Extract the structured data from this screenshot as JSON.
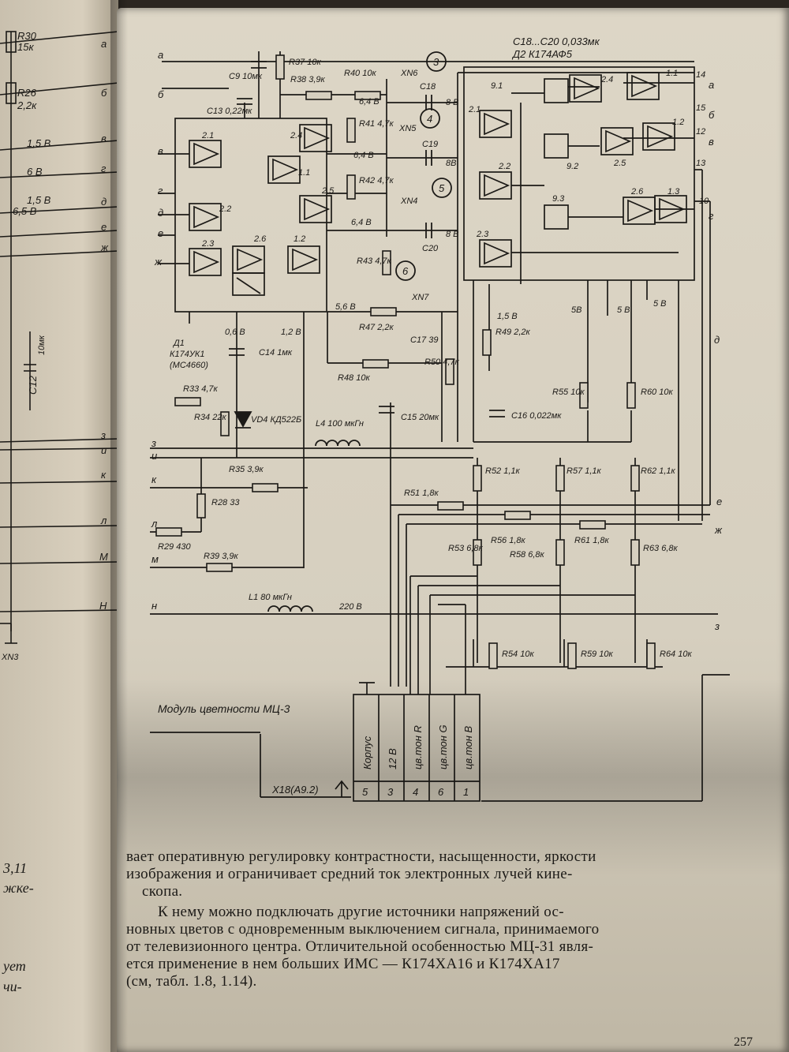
{
  "left_page": {
    "labels": [
      "R30",
      "15к",
      "а",
      "R26",
      "2,2к",
      "б",
      "1,5 В",
      "в",
      "6 В",
      "г",
      "1,5 В",
      "д",
      "6,5 В",
      "е",
      "ж",
      "С12",
      "10мк",
      "з",
      "и",
      "к",
      "л",
      "М",
      "Н",
      "XN3"
    ],
    "text_fragments": [
      "3,11",
      "жке-",
      "ует",
      "чи-"
    ]
  },
  "schematic": {
    "header_note_1": "С18...С20 0,033мк",
    "header_note_2": "Д2 К174АФ5",
    "module_title": "Модуль цветности МЦ-3",
    "connector_ref": "X18(А9.2)",
    "connector_pins": [
      {
        "pin": "5",
        "label": "Корпус"
      },
      {
        "pin": "3",
        "label": "12 В"
      },
      {
        "pin": "4",
        "label": "цв.тон R"
      },
      {
        "pin": "6",
        "label": "цв.тон G"
      },
      {
        "pin": "1",
        "label": "цв.тон B"
      }
    ],
    "ic_d1": [
      "Д1",
      "К174УК1",
      "(МС4660)"
    ],
    "components": {
      "r37": "R37 10к",
      "c9": "С9 10мк",
      "c13": "С13 0,22мк",
      "r38": "R38 3,9к",
      "r40": "R40 10к",
      "xn6": "XN6",
      "c18": "С18",
      "r41": "R41 4,7к",
      "xn5": "XN5",
      "c19": "С19",
      "r42": "R42 4,7к",
      "xn4": "XN4",
      "c20": "С20",
      "r43": "R43 4,7к",
      "xn7": "XN7",
      "r47": "R47 2,2к",
      "c17": "С17 39",
      "r48": "R48 10к",
      "r50": "R50 4,7к",
      "r49": "R49 2,2к",
      "c14": "С14 1мк",
      "r33": "R33 4,7к",
      "r34": "R34 22к",
      "vd4": "VD4 КД522Б",
      "l4": "L4 100 мкГн",
      "c15": "С15 20мк",
      "c16": "С16 0,022мк",
      "r55": "R55 10к",
      "r60": "R60 10к",
      "r35": "R35 3,9к",
      "r28": "R28 33",
      "r29": "R29 430",
      "r39": "R39 3,9к",
      "r51": "R51 1,8к",
      "r52": "R52 1,1к",
      "r57": "R57 1,1к",
      "r62": "R62 1,1к",
      "r53": "R53 6,8к",
      "r56a": "R56 1,8к",
      "r56b": "R58 6,8к",
      "r61": "R61 1,8к",
      "r63": "R63 6,8к",
      "l1": "L1 80 мкГн",
      "v220": "220 В",
      "r54": "R54 10к",
      "r59": "R59 10к",
      "r64": "R64 10к"
    },
    "nodes": [
      "3",
      "4",
      "5",
      "6"
    ],
    "voltages": [
      "6,4 В",
      "6,4 В",
      "6,4 В",
      "8 В",
      "8В",
      "8 В",
      "5,6 В",
      "0,6 В",
      "1,2 В",
      "1,5 В",
      "5В",
      "5 В",
      "5 В"
    ],
    "block_labels": [
      "2.1",
      "2.2",
      "2.3",
      "2.4",
      "2.5",
      "2.6",
      "1.1",
      "1.2",
      "9.1",
      "9.2",
      "9.3",
      "2.1",
      "2.2",
      "2.3",
      "2.4",
      "2.5",
      "2.6",
      "1.1",
      "1.2",
      "1.3"
    ],
    "left_inputs": [
      "а",
      "б",
      "в",
      "г",
      "д",
      "е",
      "ж",
      "з",
      "и",
      "к",
      "л",
      "м",
      "н"
    ],
    "right_outputs": [
      "14",
      "а",
      "15",
      "б",
      "12",
      "в",
      "13",
      "10",
      "г",
      "д",
      "е",
      "ж",
      "з"
    ]
  },
  "body_text": {
    "paragraph_1": "вает оперативную регулировку контрастности, насыщенности, яркости изображения и ограничивает средний ток электронных лучей кинескопа.",
    "paragraph_1_lines": [
      "вает оперативную регулировку контрастности, насыщенности, яркости",
      "изображения и ограничивает средний ток электронных лучей кине-",
      "скопа."
    ],
    "paragraph_2_lines": [
      "К нему можно подключать другие источники напряжений ос-",
      "новных цветов с одновременным выключением сигнала, принимаемого",
      "от телевизионного центра. Отличительной особенностью МЦ-31 явля-",
      "ется применение в нем больших ИМС — К174ХА16 и К174ХА17",
      "(см, табл. 1.8, 1.14)."
    ],
    "page_number": "257"
  }
}
